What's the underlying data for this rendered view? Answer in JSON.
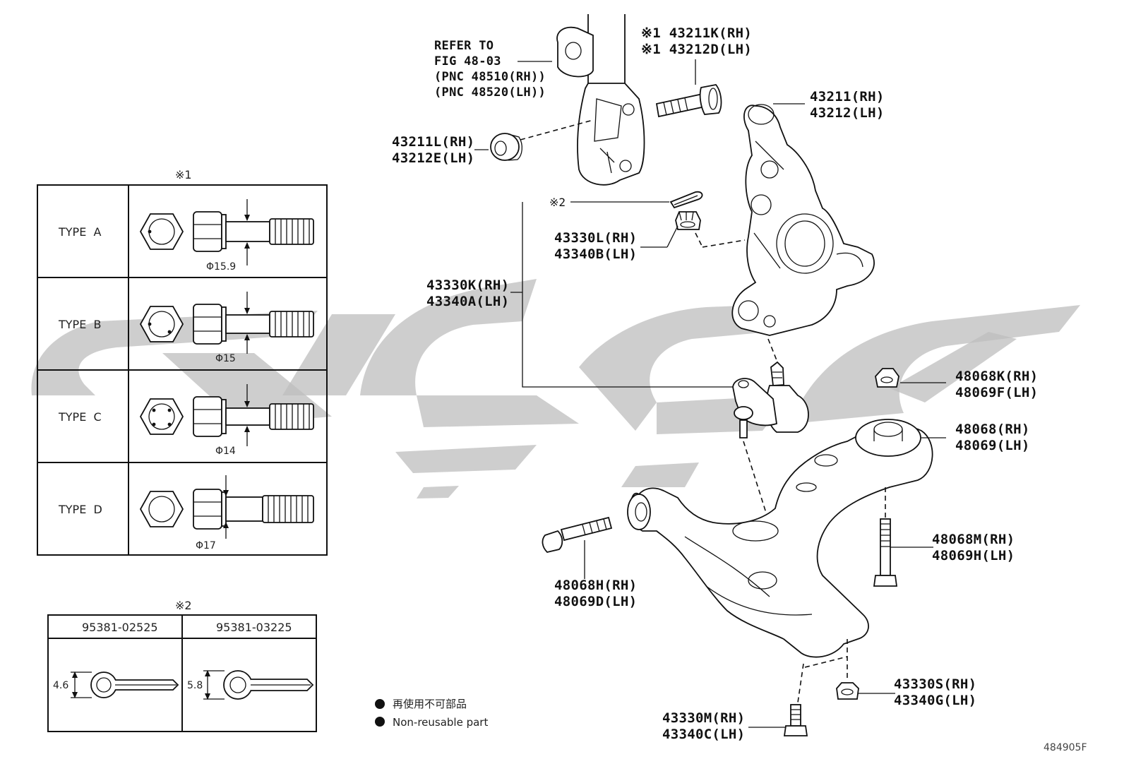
{
  "labels": {
    "refer": [
      "REFER TO",
      "FIG 48-03",
      "(PNC 48510(RH))",
      "(PNC 48520(LH))"
    ],
    "bolt_top": [
      "※1 43211K(RH)",
      "※1 43212D(LH)"
    ],
    "knuckle": [
      "43211(RH)",
      "43212(LH)"
    ],
    "washer": [
      "43211L(RH)",
      "43212E(LH)"
    ],
    "cotter_mark": "※2",
    "castle_nut": [
      "43330L(RH)",
      "43340B(LH)"
    ],
    "ball_joint": [
      "43330K(RH)",
      "43340A(LH)"
    ],
    "nut_arm": [
      "48068K(RH)",
      "48069F(LH)"
    ],
    "lower_arm": [
      "48068(RH)",
      "48069(LH)"
    ],
    "bolt_vert": [
      "48068M(RH)",
      "48069H(LH)"
    ],
    "bolt_front": [
      "48068H(RH)",
      "48069D(LH)"
    ],
    "nut_bottom": [
      "43330S(RH)",
      "43340G(LH)"
    ],
    "bolt_bottom": [
      "43330M(RH)",
      "43340C(LH)"
    ]
  },
  "table1": {
    "mark": "※1",
    "rows": [
      {
        "type": "TYPE  A",
        "dia": "Φ15.9"
      },
      {
        "type": "TYPE  B",
        "dia": "Φ15"
      },
      {
        "type": "TYPE  C",
        "dia": "Φ14"
      },
      {
        "type": "TYPE  D",
        "dia": "Φ17"
      }
    ]
  },
  "table2": {
    "mark": "※2",
    "cols": [
      {
        "part": "95381-02525",
        "dim": "4.6"
      },
      {
        "part": "95381-03225",
        "dim": "5.8"
      }
    ]
  },
  "legend": {
    "line1": "再使用不可部品",
    "line2": "Non-reusable part"
  },
  "code": "484905F",
  "colors": {
    "line": "#111111",
    "watermark": "#bdbdbd",
    "background": "#ffffff"
  }
}
